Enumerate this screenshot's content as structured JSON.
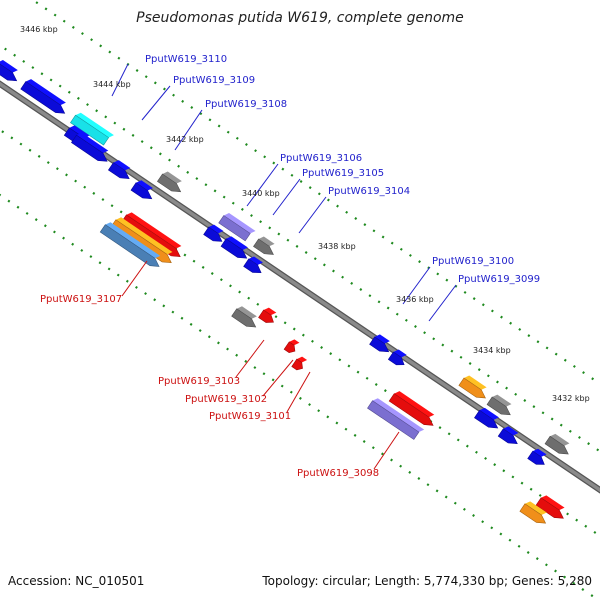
{
  "title": "Pseudomonas putida W619, complete genome",
  "footer": {
    "accession": "Accession: NC_010501",
    "topology": "Topology: circular; Length: 5,774,330 bp; Genes: 5,280"
  },
  "colors": {
    "blue": "#0b0bd8",
    "cyan": "#19e1e8",
    "gray": "#6e6e6e",
    "purple": "#7b6fd0",
    "red": "#e40d0d",
    "orange": "#f08f1a",
    "steelblue": "#4a7fb5",
    "backbone": "#8a8a8a",
    "tick": "#1f8a1f",
    "label_blue": "#2222cc",
    "label_red": "#cc1111"
  },
  "scale_ticks": [
    {
      "kbp": 3446,
      "label": "3446 kbp"
    },
    {
      "kbp": 3444,
      "label": "3444 kbp"
    },
    {
      "kbp": 3442,
      "label": "3442 kbp"
    },
    {
      "kbp": 3440,
      "label": "3440 kbp"
    },
    {
      "kbp": 3438,
      "label": "3438 kbp"
    },
    {
      "kbp": 3436,
      "label": "3436 kbp"
    },
    {
      "kbp": 3434,
      "label": "3434 kbp"
    },
    {
      "kbp": 3432,
      "label": "3432 kbp"
    }
  ],
  "labels": [
    {
      "id": "PputW619_3110",
      "strand": "plus"
    },
    {
      "id": "PputW619_3109",
      "strand": "plus"
    },
    {
      "id": "PputW619_3108",
      "strand": "plus"
    },
    {
      "id": "PputW619_3106",
      "strand": "plus"
    },
    {
      "id": "PputW619_3105",
      "strand": "plus"
    },
    {
      "id": "PputW619_3104",
      "strand": "plus"
    },
    {
      "id": "PputW619_3100",
      "strand": "plus"
    },
    {
      "id": "PputW619_3099",
      "strand": "plus"
    },
    {
      "id": "PputW619_3107",
      "strand": "minus"
    },
    {
      "id": "PputW619_3103",
      "strand": "minus"
    },
    {
      "id": "PputW619_3102",
      "strand": "minus"
    },
    {
      "id": "PputW619_3101",
      "strand": "minus"
    },
    {
      "id": "PputW619_3098",
      "strand": "minus"
    }
  ]
}
